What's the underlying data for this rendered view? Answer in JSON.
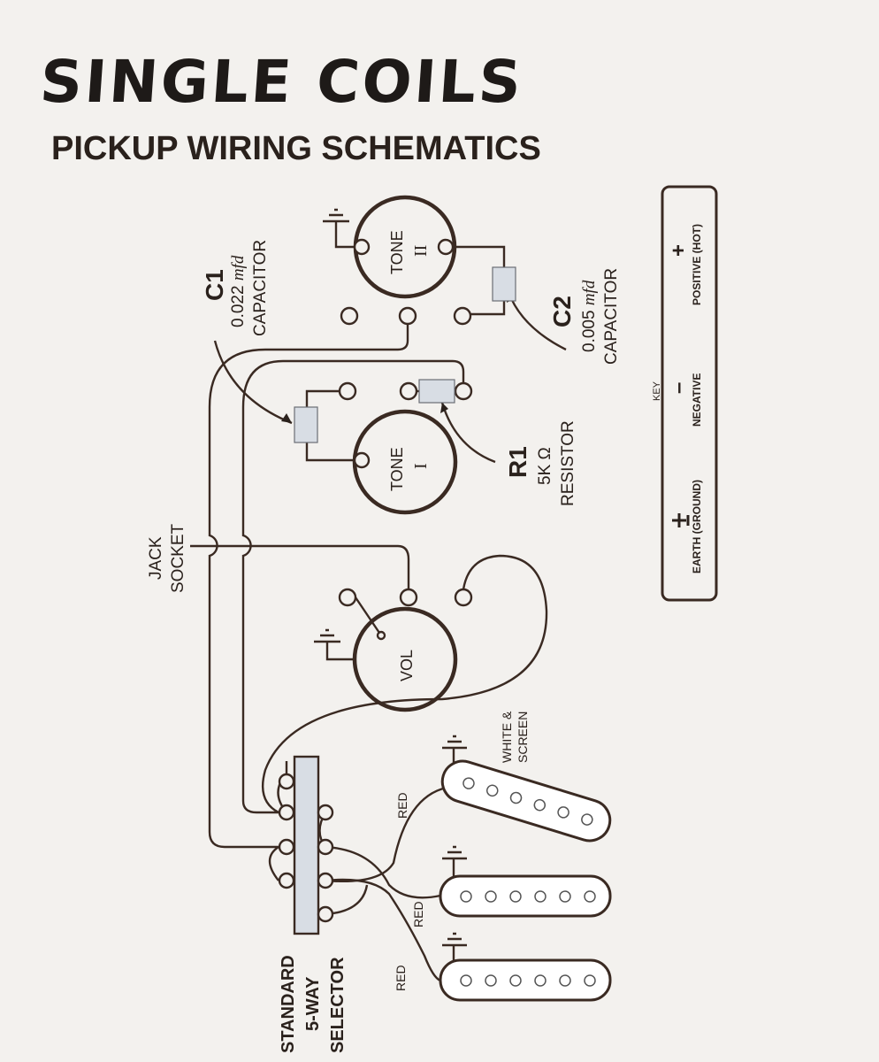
{
  "title": "SINGLE COILS",
  "subtitle": "PICKUP WIRING SCHEMATICS",
  "components": {
    "c1": {
      "id": "C1",
      "value": "0.022",
      "unit": "mfd",
      "type": "CAPACITOR"
    },
    "c2": {
      "id": "C2",
      "value": "0.005",
      "unit": "mfd",
      "type": "CAPACITOR"
    },
    "r1": {
      "id": "R1",
      "value": "5K Ω",
      "type": "RESISTOR"
    }
  },
  "pots": {
    "tone2": {
      "label": "TONE",
      "numeral": "II"
    },
    "tone1": {
      "label": "TONE",
      "numeral": "I"
    },
    "vol": {
      "label": "VOL"
    }
  },
  "jack": {
    "line1": "JACK",
    "line2": "SOCKET"
  },
  "selector": {
    "line1": "STANDARD",
    "line2": "5-WAY",
    "line3": "SELECTOR"
  },
  "wires": {
    "white_screen_1": "WHITE &",
    "white_screen_2": "SCREEN",
    "red": "RED"
  },
  "key": {
    "title": "KEY",
    "items": [
      {
        "symbol": "+",
        "label": "POSITIVE (HOT)"
      },
      {
        "symbol": "–",
        "label": "NEGATIVE"
      },
      {
        "symbol": "⏚",
        "label": "EARTH (GROUND)"
      }
    ]
  }
}
